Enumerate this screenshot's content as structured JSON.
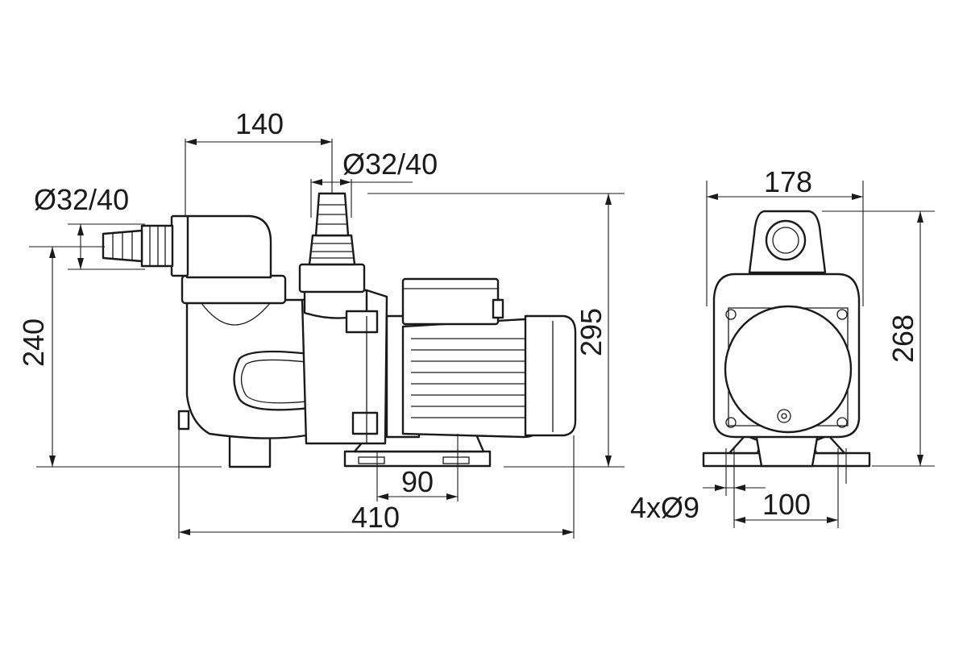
{
  "side_view": {
    "dim_overall_length": "410",
    "dim_inlet_to_outlet": "140",
    "dim_inlet_diameter": "Ø32/40",
    "dim_outlet_diameter": "Ø32/40",
    "dim_inlet_height": "240",
    "dim_overall_height": "295",
    "dim_foot_spacing": "90"
  },
  "front_view": {
    "dim_width": "178",
    "dim_height": "268",
    "dim_mount_spacing": "100",
    "dim_mount_holes": "4xØ9"
  }
}
